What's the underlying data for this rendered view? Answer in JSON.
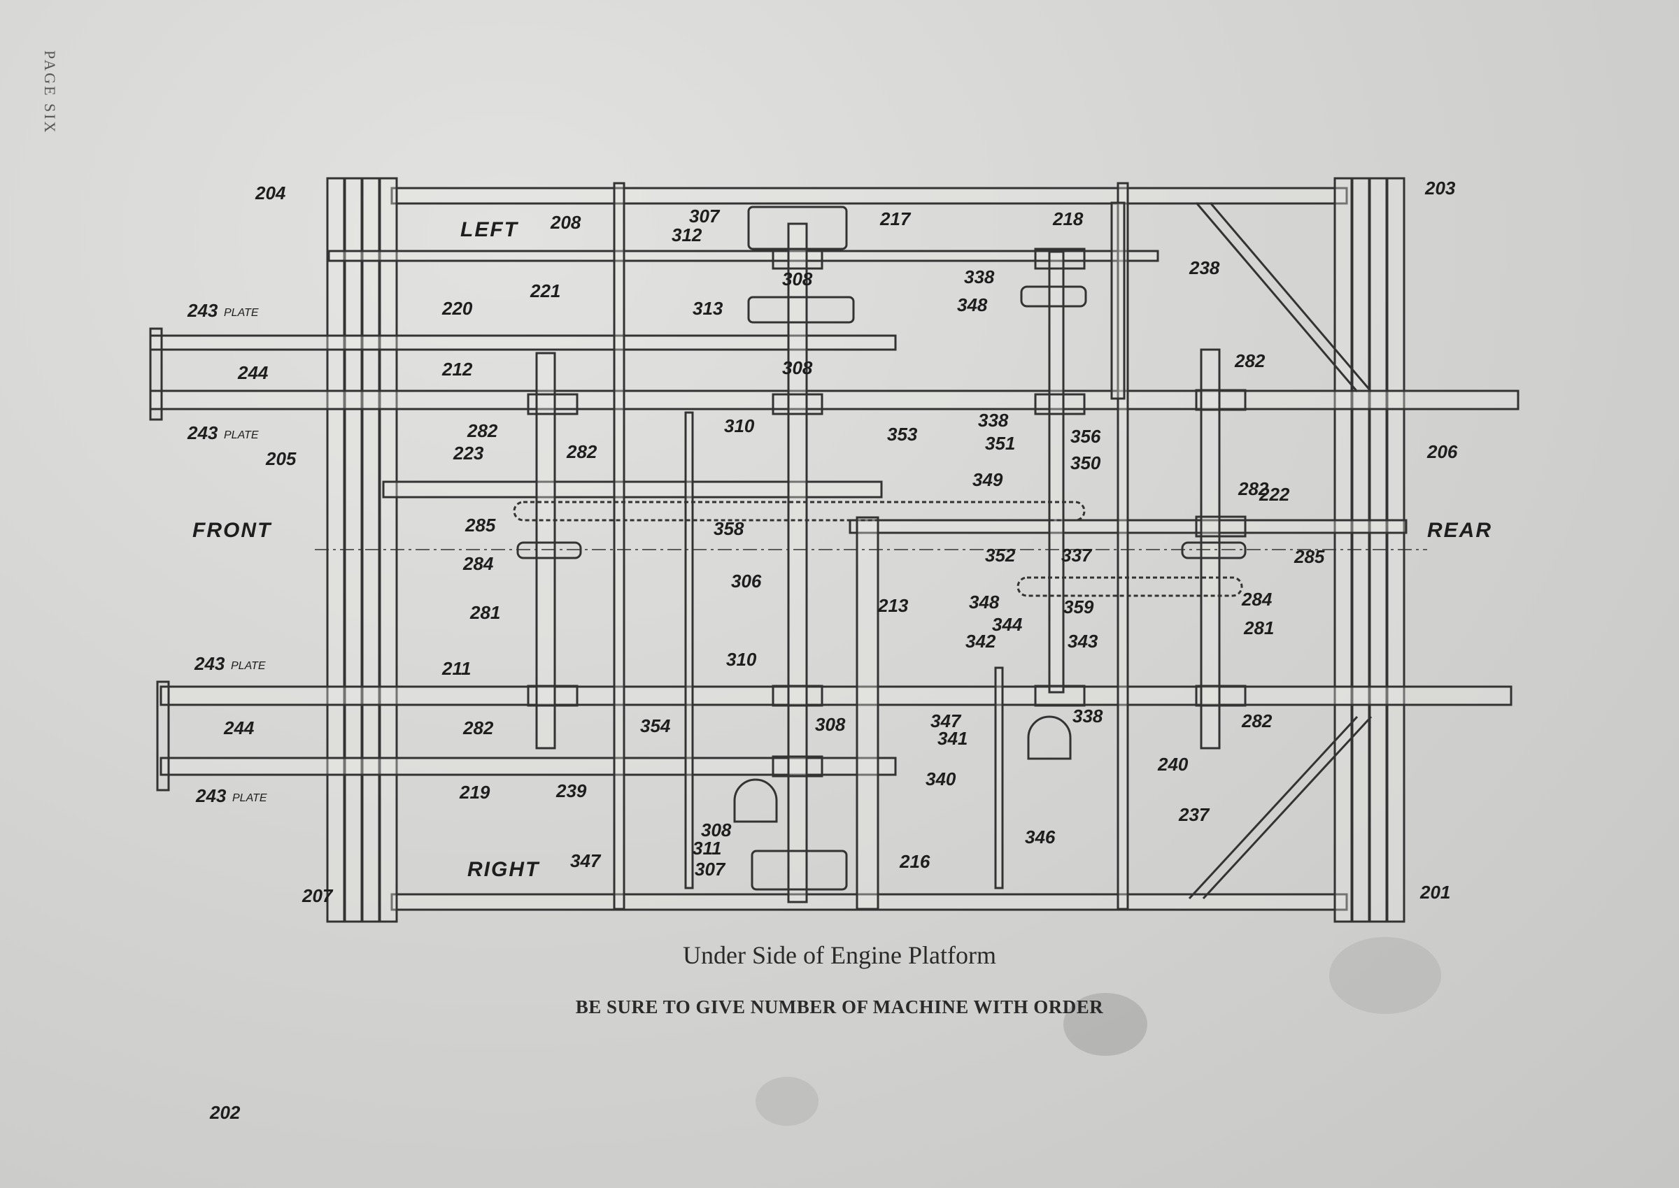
{
  "page_label": "PAGE SIX",
  "caption": "Under Side of Engine Platform",
  "notice": "BE SURE TO GIVE NUMBER OF MACHINE WITH ORDER",
  "directions": {
    "left": "LEFT",
    "right": "RIGHT",
    "front": "FRONT",
    "rear": "REAR"
  },
  "part_labels": [
    {
      "text": "204"
    },
    {
      "text": "208"
    },
    {
      "text": "307"
    },
    {
      "text": "312"
    },
    {
      "text": "217"
    },
    {
      "text": "218"
    },
    {
      "text": "203"
    },
    {
      "text": "221"
    },
    {
      "text": "308"
    },
    {
      "text": "338"
    },
    {
      "text": "238"
    },
    {
      "text": "313"
    },
    {
      "text": "348"
    },
    {
      "text": "243",
      "note": "PLATE"
    },
    {
      "text": "220"
    },
    {
      "text": "244"
    },
    {
      "text": "212"
    },
    {
      "text": "308"
    },
    {
      "text": "282"
    },
    {
      "text": "243",
      "note": "PLATE"
    },
    {
      "text": "282"
    },
    {
      "text": "310"
    },
    {
      "text": "338"
    },
    {
      "text": "353"
    },
    {
      "text": "351"
    },
    {
      "text": "356"
    },
    {
      "text": "205"
    },
    {
      "text": "223"
    },
    {
      "text": "282"
    },
    {
      "text": "350"
    },
    {
      "text": "206"
    },
    {
      "text": "349"
    },
    {
      "text": "282"
    },
    {
      "text": "222"
    },
    {
      "text": "285"
    },
    {
      "text": "358"
    },
    {
      "text": "352"
    },
    {
      "text": "337"
    },
    {
      "text": "285"
    },
    {
      "text": "284"
    },
    {
      "text": "306"
    },
    {
      "text": "213"
    },
    {
      "text": "348"
    },
    {
      "text": "359"
    },
    {
      "text": "284"
    },
    {
      "text": "281"
    },
    {
      "text": "344"
    },
    {
      "text": "281"
    },
    {
      "text": "342"
    },
    {
      "text": "343"
    },
    {
      "text": "243",
      "note": "PLATE"
    },
    {
      "text": "211"
    },
    {
      "text": "310"
    },
    {
      "text": "282"
    },
    {
      "text": "354"
    },
    {
      "text": "308"
    },
    {
      "text": "347"
    },
    {
      "text": "338"
    },
    {
      "text": "341"
    },
    {
      "text": "282"
    },
    {
      "text": "244"
    },
    {
      "text": "243",
      "note": "PLATE"
    },
    {
      "text": "219"
    },
    {
      "text": "239"
    },
    {
      "text": "340"
    },
    {
      "text": "240"
    },
    {
      "text": "237"
    },
    {
      "text": "308"
    },
    {
      "text": "311"
    },
    {
      "text": "346"
    },
    {
      "text": "307"
    },
    {
      "text": "216"
    },
    {
      "text": "347"
    },
    {
      "text": "207"
    },
    {
      "text": "201"
    },
    {
      "text": "202"
    }
  ]
}
